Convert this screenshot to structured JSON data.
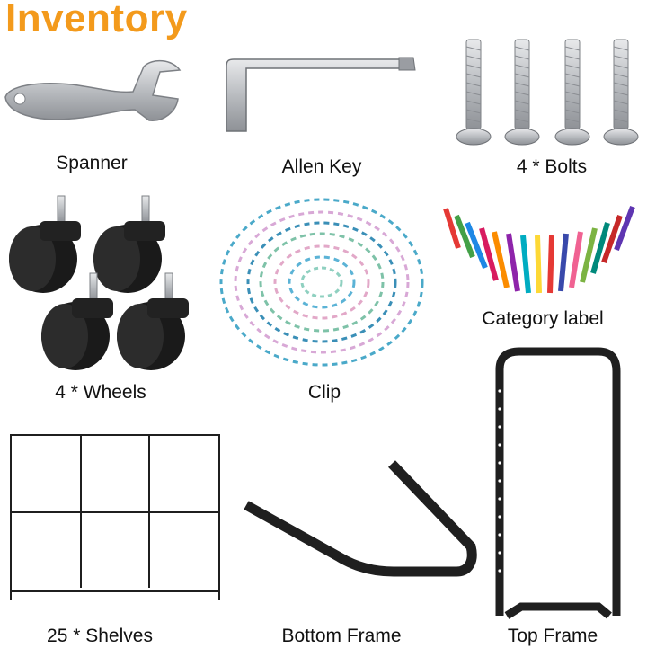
{
  "title": "Inventory",
  "items": [
    {
      "label": "Spanner",
      "icon": "spanner-icon"
    },
    {
      "label": "Allen Key",
      "icon": "allen-key-icon"
    },
    {
      "label": "4 * Bolts",
      "icon": "bolts-icon"
    },
    {
      "label": "4 * Wheels",
      "icon": "wheels-icon"
    },
    {
      "label": "Clip",
      "icon": "clips-icon"
    },
    {
      "label": "Category label",
      "icon": "tags-icon"
    },
    {
      "label": "25 * Shelves",
      "icon": "shelf-icon"
    },
    {
      "label": "Bottom Frame",
      "icon": "bottom-frame-icon"
    },
    {
      "label": "Top Frame",
      "icon": "top-frame-icon"
    }
  ],
  "colors": {
    "title": "#f39a1c",
    "metal": "#c7c9cc",
    "frame": "#1f1f1f"
  }
}
